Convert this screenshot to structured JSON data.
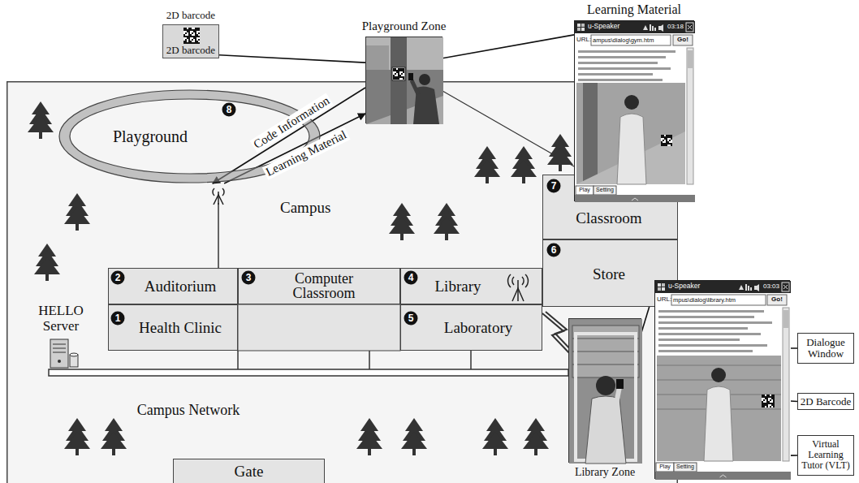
{
  "diagram": {
    "nodes": [
      {
        "text": [
          "Campus"
        ]
      },
      {
        "text": [
          "Playground"
        ],
        "in": 0
      },
      {
        "text": [
          "Auditorium"
        ],
        "in": 0
      },
      {
        "text": [
          "Computer Classroom"
        ],
        "in": 0
      },
      {
        "text": [
          "Library"
        ],
        "in": 0
      },
      {
        "text": [
          "Health Clinic"
        ],
        "in": 0
      },
      {
        "text": [
          "Laboratory"
        ],
        "in": 0
      },
      {
        "text": [
          "Classroom"
        ],
        "in": 0
      },
      {
        "text": [
          "Store"
        ],
        "in": 0
      },
      {
        "text": [
          "Gate"
        ],
        "in": 0
      },
      {
        "text": [
          "2D barcode",
          "2D barcode"
        ]
      },
      {
        "text": [
          "Playground Zone"
        ]
      },
      {
        "text": [
          "Learning Material",
          "u-Speaker",
          "03:18",
          "URL:",
          "ampus\\dialog\\gym.htm",
          "Go!",
          "Play",
          "Setting"
        ]
      },
      {
        "text": [
          "Library Zone"
        ]
      },
      {
        "text": [
          "u-Speaker",
          "03:03",
          "URL:",
          "mpus\\dialog\\library.htm",
          "Go!",
          "Play",
          "Setting"
        ]
      },
      {
        "text": [
          "Dialogue Window"
        ]
      },
      {
        "text": [
          "2D Barcode"
        ]
      },
      {
        "text": [
          "Virtual Learning Tutor (VLT)"
        ]
      }
    ],
    "edges": [
      {
        "from": 11,
        "to": 1,
        "label": "Code Information",
        "arrow": "to"
      },
      {
        "from": 1,
        "to": 11,
        "label": "Learning Material",
        "arrow": "to"
      },
      {
        "from": 10,
        "to": 11,
        "arrow": "none"
      },
      {
        "from": 11,
        "to": 12,
        "arrow": "none"
      },
      {
        "from": 13,
        "to": 14,
        "arrow": "none"
      },
      {
        "from": 15,
        "to": 14,
        "arrow": "none"
      },
      {
        "from": 16,
        "to": 14,
        "arrow": "none"
      },
      {
        "from": 17,
        "to": 14,
        "arrow": "none"
      }
    ],
    "labels": [
      "8",
      "2",
      "3",
      "4",
      "1",
      "5",
      "6",
      "7",
      "HELLO Server",
      "Campus Network"
    ]
  }
}
